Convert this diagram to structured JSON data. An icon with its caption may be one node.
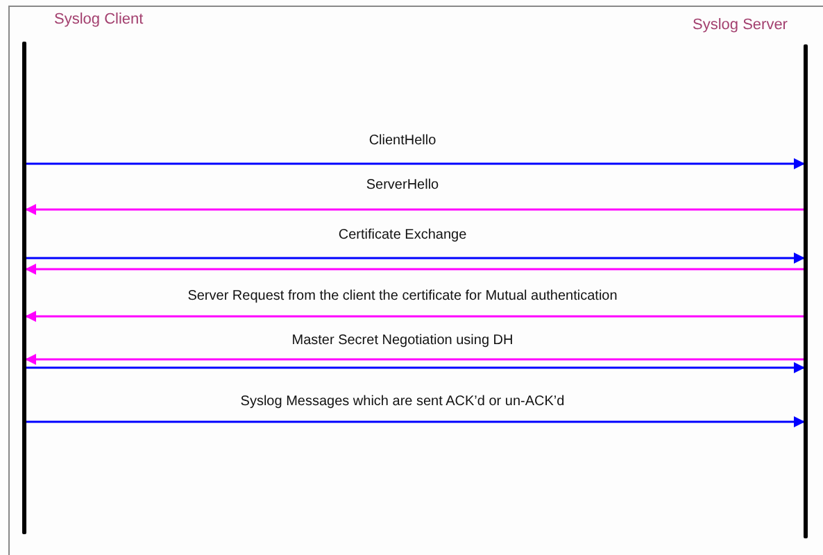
{
  "diagram": {
    "nodes": [
      {
        "text": [
          "Syslog Client"
        ]
      },
      {
        "text": [
          "Syslog Server"
        ]
      }
    ],
    "edges": [
      {
        "from": 0,
        "to": 1,
        "arrow": "to",
        "label": "ClientHello",
        "color": "#0000ff"
      },
      {
        "from": 1,
        "to": 0,
        "arrow": "to",
        "label": "ServerHello",
        "color": "#ff00ff"
      },
      {
        "from": 0,
        "to": 1,
        "arrow": "to",
        "label": "Certificate Exchange",
        "color": "#0000ff"
      },
      {
        "from": 1,
        "to": 0,
        "arrow": "to",
        "color": "#ff00ff"
      },
      {
        "from": 1,
        "to": 0,
        "arrow": "to",
        "label": "Server Request from the client the certificate for Mutual authentication",
        "color": "#ff00ff"
      },
      {
        "from": 1,
        "to": 0,
        "arrow": "to",
        "label": "Master Secret Negotiation using DH",
        "color": "#ff00ff"
      },
      {
        "from": 0,
        "to": 1,
        "arrow": "to",
        "color": "#0000ff"
      },
      {
        "from": 0,
        "to": 1,
        "arrow": "to",
        "label": "Syslog Messages which are sent ACK’d or un-ACK’d",
        "color": "#0000ff"
      }
    ]
  }
}
